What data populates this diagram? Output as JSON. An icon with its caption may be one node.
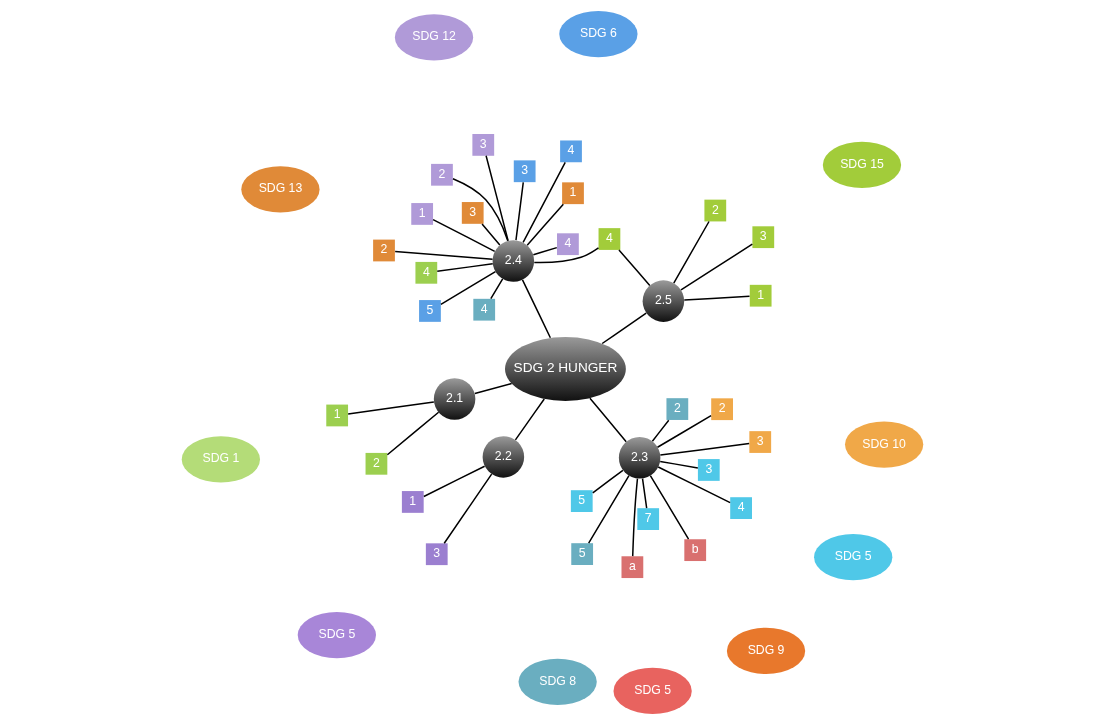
{
  "diagram": {
    "nodes": [
      {
        "text": [
          "SDG 5"
        ]
      },
      {
        "text": [
          "SDG 5"
        ]
      },
      {
        "text": [
          "SDG 5"
        ]
      },
      {
        "text": [
          "a"
        ]
      },
      {
        "text": [
          "3"
        ]
      },
      {
        "text": [
          "4"
        ]
      },
      {
        "text": [
          "5"
        ]
      },
      {
        "text": [
          "7"
        ]
      },
      {
        "text": [
          "1"
        ]
      },
      {
        "text": [
          "3"
        ]
      },
      {
        "text": [
          "SDG 1"
        ]
      },
      {
        "text": [
          "1"
        ]
      },
      {
        "text": [
          "2"
        ]
      },
      {
        "text": [
          "SDG 10"
        ]
      },
      {
        "text": [
          "3"
        ]
      },
      {
        "text": [
          "2"
        ]
      },
      {
        "text": [
          "2.2"
        ]
      },
      {
        "text": [
          "2.1"
        ]
      },
      {
        "text": [
          "4"
        ]
      },
      {
        "text": [
          "SDG 2 HUNGER"
        ]
      },
      {
        "text": [
          "2.3"
        ]
      },
      {
        "text": [
          "SDG 9"
        ]
      },
      {
        "text": [
          "b"
        ]
      },
      {
        "text": [
          "1"
        ]
      },
      {
        "text": [
          "2"
        ]
      },
      {
        "text": [
          "2.5"
        ]
      },
      {
        "text": [
          "SDG 15"
        ]
      },
      {
        "text": [
          "3"
        ]
      },
      {
        "text": [
          "4"
        ]
      },
      {
        "text": [
          "2.4"
        ]
      },
      {
        "text": [
          "2"
        ]
      },
      {
        "text": [
          "5"
        ]
      },
      {
        "text": [
          "4"
        ]
      },
      {
        "text": [
          "1"
        ]
      },
      {
        "text": [
          "1"
        ]
      },
      {
        "text": [
          "2"
        ]
      },
      {
        "text": [
          "3"
        ]
      },
      {
        "text": [
          "3"
        ]
      },
      {
        "text": [
          "4"
        ]
      },
      {
        "text": [
          "5"
        ]
      },
      {
        "text": [
          "2"
        ]
      },
      {
        "text": [
          "3"
        ]
      },
      {
        "text": [
          "SDG 8"
        ]
      },
      {
        "text": [
          "SDG 12"
        ]
      },
      {
        "text": [
          "4"
        ]
      },
      {
        "text": [
          "SDG 13"
        ]
      },
      {
        "text": [
          "SDG 6"
        ]
      }
    ],
    "edges": [
      {
        "from": 19,
        "to": 16,
        "arrow": "none"
      },
      {
        "from": 19,
        "to": 17,
        "arrow": "none"
      },
      {
        "from": 19,
        "to": 20,
        "arrow": "none"
      },
      {
        "from": 19,
        "to": 25,
        "arrow": "none"
      },
      {
        "from": 19,
        "to": 29,
        "arrow": "none"
      },
      {
        "from": 17,
        "to": 11,
        "arrow": "none"
      },
      {
        "from": 17,
        "to": 15,
        "arrow": "none"
      },
      {
        "from": 16,
        "to": 8,
        "arrow": "none"
      },
      {
        "from": 16,
        "to": 9,
        "arrow": "none"
      },
      {
        "from": 20,
        "to": 4,
        "arrow": "none"
      },
      {
        "from": 20,
        "to": 5,
        "arrow": "none"
      },
      {
        "from": 20,
        "to": 6,
        "arrow": "none"
      },
      {
        "from": 20,
        "to": 7,
        "arrow": "none"
      },
      {
        "from": 20,
        "to": 3,
        "arrow": "none"
      },
      {
        "from": 20,
        "to": 12,
        "arrow": "none"
      },
      {
        "from": 20,
        "to": 14,
        "arrow": "none"
      },
      {
        "from": 20,
        "to": 22,
        "arrow": "none"
      },
      {
        "from": 20,
        "to": 30,
        "arrow": "none"
      },
      {
        "from": 20,
        "to": 31,
        "arrow": "none"
      },
      {
        "from": 25,
        "to": 23,
        "arrow": "none"
      },
      {
        "from": 25,
        "to": 24,
        "arrow": "none"
      },
      {
        "from": 25,
        "to": 27,
        "arrow": "none"
      },
      {
        "from": 25,
        "to": 28,
        "arrow": "none"
      },
      {
        "from": 29,
        "to": 18,
        "arrow": "none"
      },
      {
        "from": 29,
        "to": 28,
        "arrow": "none"
      },
      {
        "from": 29,
        "to": 32,
        "arrow": "none"
      },
      {
        "from": 29,
        "to": 34,
        "arrow": "none"
      },
      {
        "from": 29,
        "to": 35,
        "arrow": "none"
      },
      {
        "from": 29,
        "to": 36,
        "arrow": "none"
      },
      {
        "from": 29,
        "to": 37,
        "arrow": "none"
      },
      {
        "from": 29,
        "to": 38,
        "arrow": "none"
      },
      {
        "from": 29,
        "to": 39,
        "arrow": "none"
      },
      {
        "from": 29,
        "to": 33,
        "arrow": "none"
      },
      {
        "from": 29,
        "to": 40,
        "arrow": "none"
      },
      {
        "from": 29,
        "to": 41,
        "arrow": "none"
      },
      {
        "from": 29,
        "to": 44,
        "arrow": "none"
      }
    ]
  }
}
